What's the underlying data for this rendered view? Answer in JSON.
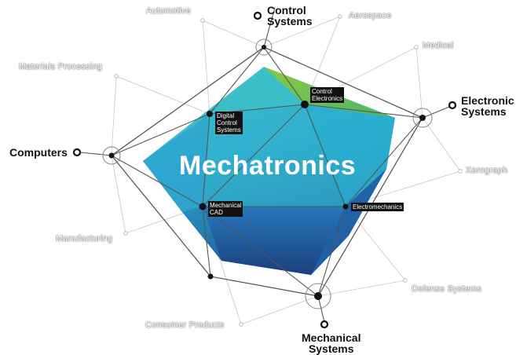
{
  "title": "Mechatronics",
  "disciplines": {
    "control": [
      "Control",
      "Systems"
    ],
    "electronic": [
      "Electronic",
      "Systems"
    ],
    "computers": [
      "Computers"
    ],
    "mechanical": [
      "Mechanical",
      "Systems"
    ]
  },
  "intersections": {
    "control_electronics": [
      "Control",
      "Electronics"
    ],
    "digital_control": [
      "Digital",
      "Control",
      "Systems"
    ],
    "mechanical_cad": [
      "Mechanical",
      "CAD"
    ],
    "electromechanics": [
      "Electromechanics"
    ]
  },
  "applications": {
    "automotive": "Automotive",
    "aerospace": "Aerospace",
    "medical": "Medical",
    "materials": "Materials Processing",
    "manufacturing": "Manufacturing",
    "consumer": "Consumer Products",
    "defense": "Defense Systems",
    "xerograph": "Xerograph"
  },
  "colors": {
    "teal": "#2fb7c9",
    "blue": "#2479b8",
    "navy": "#1d4a86",
    "green": "#74be3e",
    "line": "#555555",
    "guide": "#c4c4c4"
  }
}
